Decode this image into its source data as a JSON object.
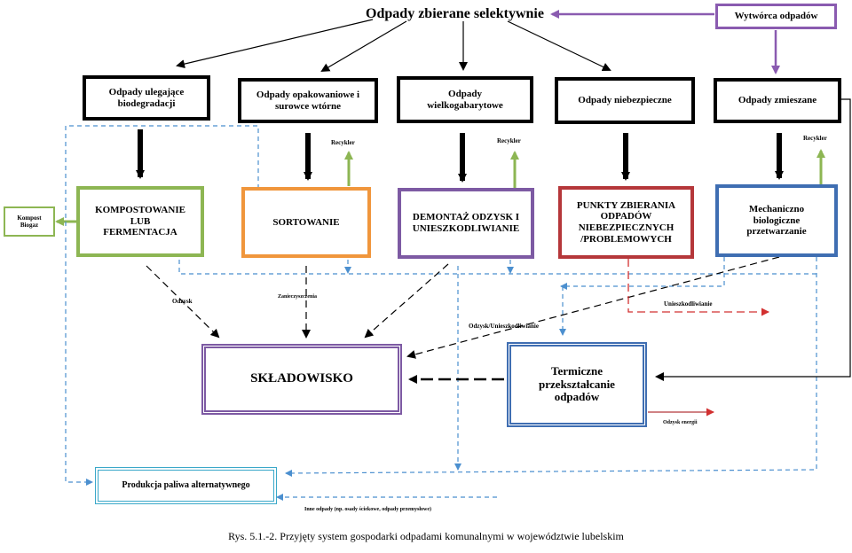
{
  "title": "Odpady zbierane selektywnie",
  "producer": "Wytwórca odpadów",
  "categories": {
    "bio": "Odpady ulegające biodegradacji",
    "packaging": "Odpady opakowaniowe i surowce wtórne",
    "bulky": "Odpady wielkogabarytowe",
    "hazardous": "Odpady niebezpieczne",
    "mixed": "Odpady zmieszane"
  },
  "processes": {
    "composting": "KOMPOSTOWANIE LUB FERMENTACJA",
    "sorting": "SORTOWANIE",
    "dismantling": "DEMONTAŻ ODZYSK I UNIESZKODLIWIANIE",
    "collection_points": "PUNKTY ZBIERANIA ODPADÓW NIEBEZPIECZNYCH /PROBLEMOWYCH",
    "mbt": "Mechaniczno biologiczne przetwarzanie"
  },
  "outputs": {
    "compost": "Kompost Biogaz",
    "landfill": "SKŁADOWISKO",
    "thermal": "Termiczne przekształcanie odpadów",
    "fuel": "Produkcja paliwa alternatywnego"
  },
  "labels": {
    "recykler": "Recykler",
    "odzysk": "Odzysk",
    "zanieczyszczenia": "Zanieczyszczenia",
    "odzysk_unieszkodliwianie": "Odzysk/Unieszkodliwianie",
    "unieszkodliwianie": "Unieszkodliwianie",
    "odzysk_energii": "Odzysk energii",
    "inne_odpady": "Inne odpady (np. osady ściekowe, odpady przemysłowe)"
  },
  "caption": "Rys. 5.1.-2. Przyjęty system gospodarki odpadami komunalnymi w województwie lubelskim",
  "colors": {
    "green": "#8db653",
    "orange": "#f0963c",
    "purple": "#7d5aa3",
    "red": "#b5373a",
    "blue": "#3f6eb2",
    "cyan": "#3aa8c9",
    "dashed_blue": "#4b8fcf",
    "producer_purple": "#8a5bb0"
  }
}
